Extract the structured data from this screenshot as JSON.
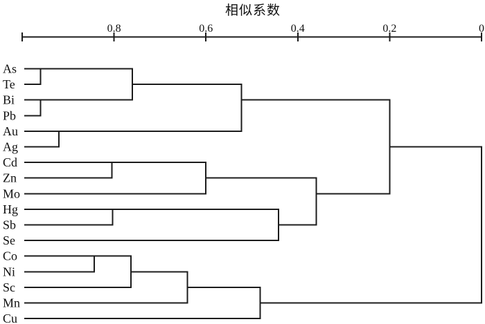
{
  "page": {
    "background": "#ffffff",
    "line_color": "#1c1c1c",
    "text_color": "#111111"
  },
  "chart_data": {
    "type": "dendrogram",
    "title": "相似系数",
    "orientation": "horizontal, leaves on left, similarity decreasing left-to-right",
    "axis": {
      "label": "相似系数",
      "position": "top",
      "min": 0,
      "max": 1,
      "ticks": [
        {
          "value": 1.0,
          "label": ""
        },
        {
          "value": 0.8,
          "label": "0.8"
        },
        {
          "value": 0.6,
          "label": "0.6"
        },
        {
          "value": 0.4,
          "label": "0.4"
        },
        {
          "value": 0.2,
          "label": "0.2"
        },
        {
          "value": 0.0,
          "label": "0"
        }
      ]
    },
    "leaves": [
      "As",
      "Te",
      "Bi",
      "Pb",
      "Au",
      "Ag",
      "Cd",
      "Zn",
      "Mo",
      "Hg",
      "Sb",
      "Se",
      "Co",
      "Ni",
      "Sc",
      "Mn",
      "Cu"
    ],
    "merges": [
      {
        "id": "m0",
        "children": [
          "As",
          "Te"
        ],
        "similarity": 0.96,
        "out_row": 0
      },
      {
        "id": "m1",
        "children": [
          "Bi",
          "Pb"
        ],
        "similarity": 0.96,
        "out_row": 2
      },
      {
        "id": "m2",
        "children": [
          "@m0",
          "@m1"
        ],
        "similarity": 0.76,
        "out_row": 1
      },
      {
        "id": "m3",
        "children": [
          "Au",
          "Ag"
        ],
        "similarity": 0.92,
        "out_row": 4
      },
      {
        "id": "m4",
        "children": [
          "@m2",
          "@m3"
        ],
        "similarity": 0.523,
        "out_row": 2
      },
      {
        "id": "m5",
        "children": [
          "Cd",
          "Zn"
        ],
        "similarity": 0.805,
        "out_row": 6
      },
      {
        "id": "m6",
        "children": [
          "@m5",
          "Mo"
        ],
        "similarity": 0.6,
        "out_row": 7
      },
      {
        "id": "m7",
        "children": [
          "Hg",
          "Sb"
        ],
        "similarity": 0.803,
        "out_row": 9
      },
      {
        "id": "m8",
        "children": [
          "@m7",
          "Se"
        ],
        "similarity": 0.442,
        "out_row": 10
      },
      {
        "id": "m9",
        "children": [
          "@m6",
          "@m8"
        ],
        "similarity": 0.36,
        "out_row": 8
      },
      {
        "id": "m10",
        "children": [
          "@m4",
          "@m9"
        ],
        "similarity": 0.2,
        "out_row": 5
      },
      {
        "id": "m11",
        "children": [
          "Co",
          "Ni"
        ],
        "similarity": 0.843,
        "out_row": 12
      },
      {
        "id": "m12",
        "children": [
          "@m11",
          "Sc"
        ],
        "similarity": 0.763,
        "out_row": 13
      },
      {
        "id": "m13",
        "children": [
          "@m12",
          "Mn"
        ],
        "similarity": 0.64,
        "out_row": 14
      },
      {
        "id": "m14",
        "children": [
          "@m13",
          "Cu"
        ],
        "similarity": 0.482,
        "out_row": 15
      },
      {
        "id": "m15",
        "children": [
          "@m10",
          "@m14"
        ],
        "similarity": 0.0,
        "out_row": 10
      }
    ]
  }
}
